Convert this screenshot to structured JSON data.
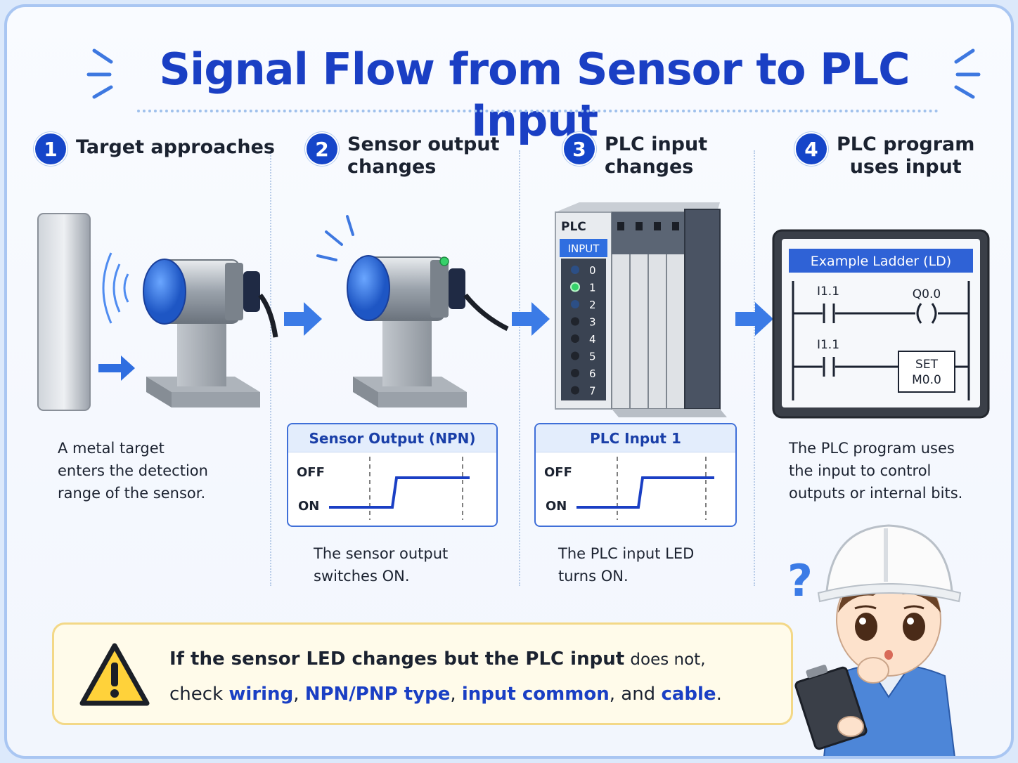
{
  "title": "Signal Flow from Sensor to PLC Input",
  "colors": {
    "accent": "#1a3fc4",
    "step_badge": "#1545c9",
    "warning_bg": "#fffbea",
    "led_on": "#36d16a"
  },
  "steps": [
    {
      "num": "1",
      "title": "Target approaches",
      "description": "A metal target\nenters the detection\nrange of the sensor."
    },
    {
      "num": "2",
      "title": "Sensor output\nchanges",
      "description": "The sensor output\nswitches ON."
    },
    {
      "num": "3",
      "title": "PLC input\nchanges",
      "description": "The PLC input LED\nturns ON."
    },
    {
      "num": "4",
      "title": "PLC program\nuses input",
      "description": "The PLC program uses\nthe input to control\noutputs or internal bits."
    }
  ],
  "sensor_chart": {
    "title": "Sensor Output (NPN)",
    "off_label": "OFF",
    "on_label": "ON"
  },
  "plc_chart": {
    "title": "PLC Input 1",
    "off_label": "OFF",
    "on_label": "ON"
  },
  "plc": {
    "label": "PLC",
    "input_label": "INPUT",
    "inputs": [
      "0",
      "1",
      "2",
      "3",
      "4",
      "5",
      "6",
      "7"
    ],
    "lit_input": "1"
  },
  "ladder": {
    "title": "Example Ladder (LD)",
    "rung1": {
      "contact": "I1.1",
      "coil": "Q0.0"
    },
    "rung2": {
      "contact": "I1.1",
      "box_line1": "SET",
      "box_line2": "M0.0"
    }
  },
  "warning": {
    "l1_a": "If the sensor LED changes but the PLC input",
    "l1_b": "does not,",
    "l2_a": "check",
    "l2_wiring": "wiring",
    "l2_sep1": ",",
    "l2_npn": "NPN/PNP type",
    "l2_sep2": ",",
    "l2_common": "input common",
    "l2_and": ", and",
    "l2_cable": "cable",
    "l2_end": "."
  },
  "icons": [
    "warning-icon",
    "question-mark-icon",
    "right-arrow-icon",
    "engineer-character"
  ]
}
